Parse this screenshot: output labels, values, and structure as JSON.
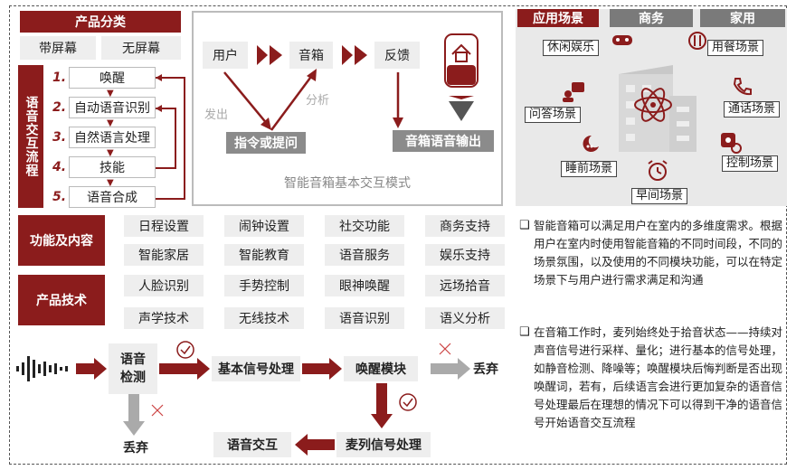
{
  "product_category": {
    "title": "产品分类",
    "items": [
      "带屏幕",
      "无屏幕"
    ]
  },
  "voice_flow": {
    "title": "语音交互流程",
    "steps": [
      {
        "num": "1.",
        "label": "唤醒"
      },
      {
        "num": "2.",
        "label": "自动语音识别"
      },
      {
        "num": "3.",
        "label": "自然语言处理"
      },
      {
        "num": "4.",
        "label": "技能"
      },
      {
        "num": "5.",
        "label": "语音合成"
      }
    ]
  },
  "interaction_mode": {
    "caption": "智能音箱基本交互模式",
    "user": "用户",
    "speaker": "音箱",
    "feedback": "反馈",
    "send": "发出",
    "analyze": "分析",
    "command": "指令或提问",
    "output": "音箱语音输出"
  },
  "functions": {
    "title": "功能及内容",
    "items": [
      "日程设置",
      "闹钟设置",
      "社交功能",
      "商务支持",
      "智能家居",
      "智能教育",
      "语音服务",
      "娱乐支持"
    ]
  },
  "tech": {
    "title": "产品技术",
    "items": [
      "人脸识别",
      "手势控制",
      "眼神唤醒",
      "远场拾音",
      "声学技术",
      "无线技术",
      "语音识别",
      "语义分析"
    ]
  },
  "signal_flow": {
    "detect": "语音\n检测",
    "basic": "基本信号处理",
    "wake": "唤醒模块",
    "discard1": "丢弃",
    "discard2": "丢弃",
    "mic": "麦列信号处理",
    "interact": "语音交互"
  },
  "scenes": {
    "tabs": [
      "应用场景",
      "商务",
      "家用"
    ],
    "labels": [
      "休闲娱乐",
      "用餐场景",
      "问答场景",
      "通话场景",
      "睡前场景",
      "控制场景",
      "早间场景"
    ]
  },
  "notes": [
    "智能音箱可以满足用户在室内的多维度需求。根据用户在室内时使用智能音箱的不同时间段，不同的场景氛围，以及使用的不同模块功能，可以在特定场景下与用户进行需求满足和沟通",
    "在音箱工作时，麦列始终处于拾音状态——持续对声音信号进行采样、量化；进行基本的信号处理，如静音检测、降噪等；唤醒模块后悔判断是否出现唤醒词，若有，后续语言会进行更加复杂的语音信号处理最后在理想的情况下可以得到干净的语音信号开始语音交互流程"
  ],
  "colors": {
    "accent": "#8b1c1c",
    "gray": "#9a9a9a",
    "light": "#eeeeee"
  }
}
